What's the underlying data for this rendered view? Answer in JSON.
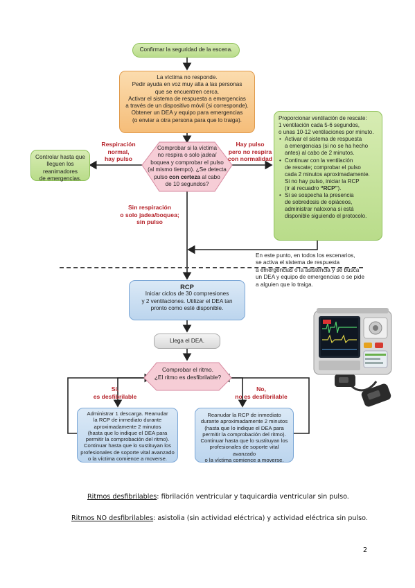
{
  "flowchart": {
    "confirm_scene": "Confirmar la seguridad de la escena.",
    "no_response": {
      "line1": "La víctima no responde.",
      "line2": "Pedir ayuda en voz muy alta a las personas",
      "line3": "que se encuentren cerca.",
      "line4": "Activar el sistema de respuesta a emergencias",
      "line5": "a través de un dispositivo móvil (si corresponde).",
      "line6": "Obtener un DEA y equipo para emergencias",
      "line7": "(o enviar a otra persona para que lo traiga)."
    },
    "check_breathing": {
      "line1": "Comprobar si la víctima",
      "line2": "no respira o solo jadea/",
      "line3": "boquea y comprobar el pulso",
      "line4": "(al mismo tiempo). ¿Se detecta",
      "line5_pre": "pulso",
      "line5_bold": "con certeza",
      "line5_post": "al cabo",
      "line6": "de 10 segundos?"
    },
    "monitor": {
      "line1": "Controlar hasta que",
      "line2": "lleguen los reanimadores",
      "line3": "de emergencias."
    },
    "label_normal": {
      "line1": "Respiración",
      "line2": "normal,",
      "line3": "hay pulso"
    },
    "label_pulse_no_breath": {
      "line1": "Hay pulso",
      "line2": "pero no respira",
      "line3": "con normalidad"
    },
    "label_no_breath": {
      "line1": "Sin respiración",
      "line2": "o solo jadea/boquea;",
      "line3": "sin pulso"
    },
    "rescue_breathing": {
      "intro1": "Proporcionar ventilación de rescate:",
      "intro2": "1 ventilación cada 5-6 segundos,",
      "intro3": "o unas 10-12 ventilaciones por minuto.",
      "b1_1": "Activar el sistema de respuesta",
      "b1_2": "a emergencias (si no se ha hecho",
      "b1_3": "antes) al cabo de 2 minutos.",
      "b2_1": "Continuar con la ventilación",
      "b2_2": "de rescate; comprobar el pulso",
      "b2_3": "cada 2 minutos aproximadamente.",
      "b2_4": "Si no hay pulso, iniciar la RCP",
      "b2_5_pre": "(ir al recuadro ",
      "b2_5_bold": "“RCP”",
      "b2_5_post": ").",
      "b3_1": "Si se sospecha la presencia",
      "b3_2": "de sobredosis de opiáceos,",
      "b3_3": "administrar naloxona si está",
      "b3_4": "disponible siguiendo el protocolo."
    },
    "note": {
      "line1": "En este punto, en todos los escenarios,",
      "line2": "se activa el sistema de respuesta",
      "line3": "a emergencias o la asistencia y se busca",
      "line4": "un DEA y equipo de emergencias o se pide",
      "line5": "a alguien que lo traiga."
    },
    "rcp": {
      "title": "RCP",
      "line1": "Iniciar ciclos de 30 compresiones",
      "line2": "y 2 ventilaciones. Utilizar el DEA tan",
      "line3": "pronto como esté disponible."
    },
    "aed_arrives": "Llega el DEA.",
    "check_rhythm": {
      "line1": "Comprobar el ritmo.",
      "line2": "¿El ritmo es desfibrilable?"
    },
    "label_yes": {
      "line1": "Sí,",
      "line2": "es desfibrilable"
    },
    "label_no": {
      "line1": "No,",
      "line2": "no es desfibrilable"
    },
    "shockable_box": {
      "line1": "Administrar 1 descarga. Reanudar",
      "line2": "la RCP de inmediato durante",
      "line3": "aproximadamente 2 minutos",
      "line4": "(hasta que lo indique el DEA para",
      "line5": "permitir la comprobación del ritmo).",
      "line6": "Continuar hasta que lo sustituyan los",
      "line7": "profesionales de soporte vital avanzado",
      "line8": "o la víctima comience a moverse."
    },
    "nonshockable_box": {
      "line1": "Reanudar la RCP de inmediato",
      "line2": "durante aproximadamente 2 minutos",
      "line3": "(hasta que lo indique el DEA para",
      "line4": "permitir la comprobación del ritmo).",
      "line5": "Continuar hasta que lo sustituyan los",
      "line6": "profesionales de soporte vital avanzado",
      "line7": "o la víctima comience a moverse."
    }
  },
  "footer": {
    "shockable_label": "Ritmos desfibrilables",
    "shockable_text": ": fibrilación ventricular y taquicardia ventricular sin pulso.",
    "nonshockable_label": "Ritmos NO desfibrilables",
    "nonshockable_text": ": asistolia (sin actividad eléctrica) y actividad eléctrica sin pulso.",
    "page_number": "2"
  },
  "colors": {
    "green": "#b9dc8a",
    "orange": "#f5bd79",
    "pink": "#f6cdd6",
    "blue": "#bcd5ee",
    "grey": "#d9d9d9",
    "red_label": "#b5232a"
  }
}
